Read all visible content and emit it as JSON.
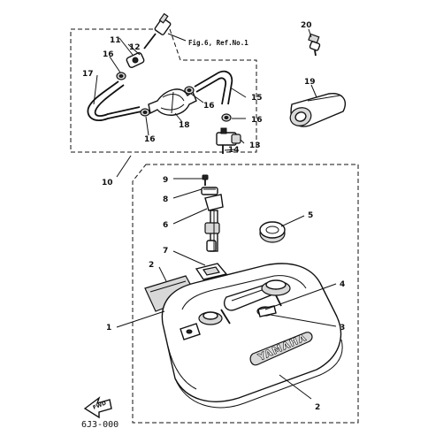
{
  "diagram": {
    "brand_text": "YAMAHA",
    "fwd_text": "FWD",
    "figure_reference": "Fig.6, Ref.No.1",
    "bottom_code": "6J3-000",
    "callouts": {
      "c1": "1",
      "c2a": "2",
      "c2b": "2",
      "c3": "3",
      "c4": "4",
      "c5": "5",
      "c6": "6",
      "c7": "7",
      "c8": "8",
      "c9": "9",
      "c10": "10",
      "c11": "11",
      "c12": "12",
      "c13": "13",
      "c14": "14",
      "c15": "15",
      "c16a": "16",
      "c16b": "16",
      "c16c": "16",
      "c16d": "16",
      "c17": "17",
      "c18": "18",
      "c19": "19",
      "c20": "20"
    }
  }
}
